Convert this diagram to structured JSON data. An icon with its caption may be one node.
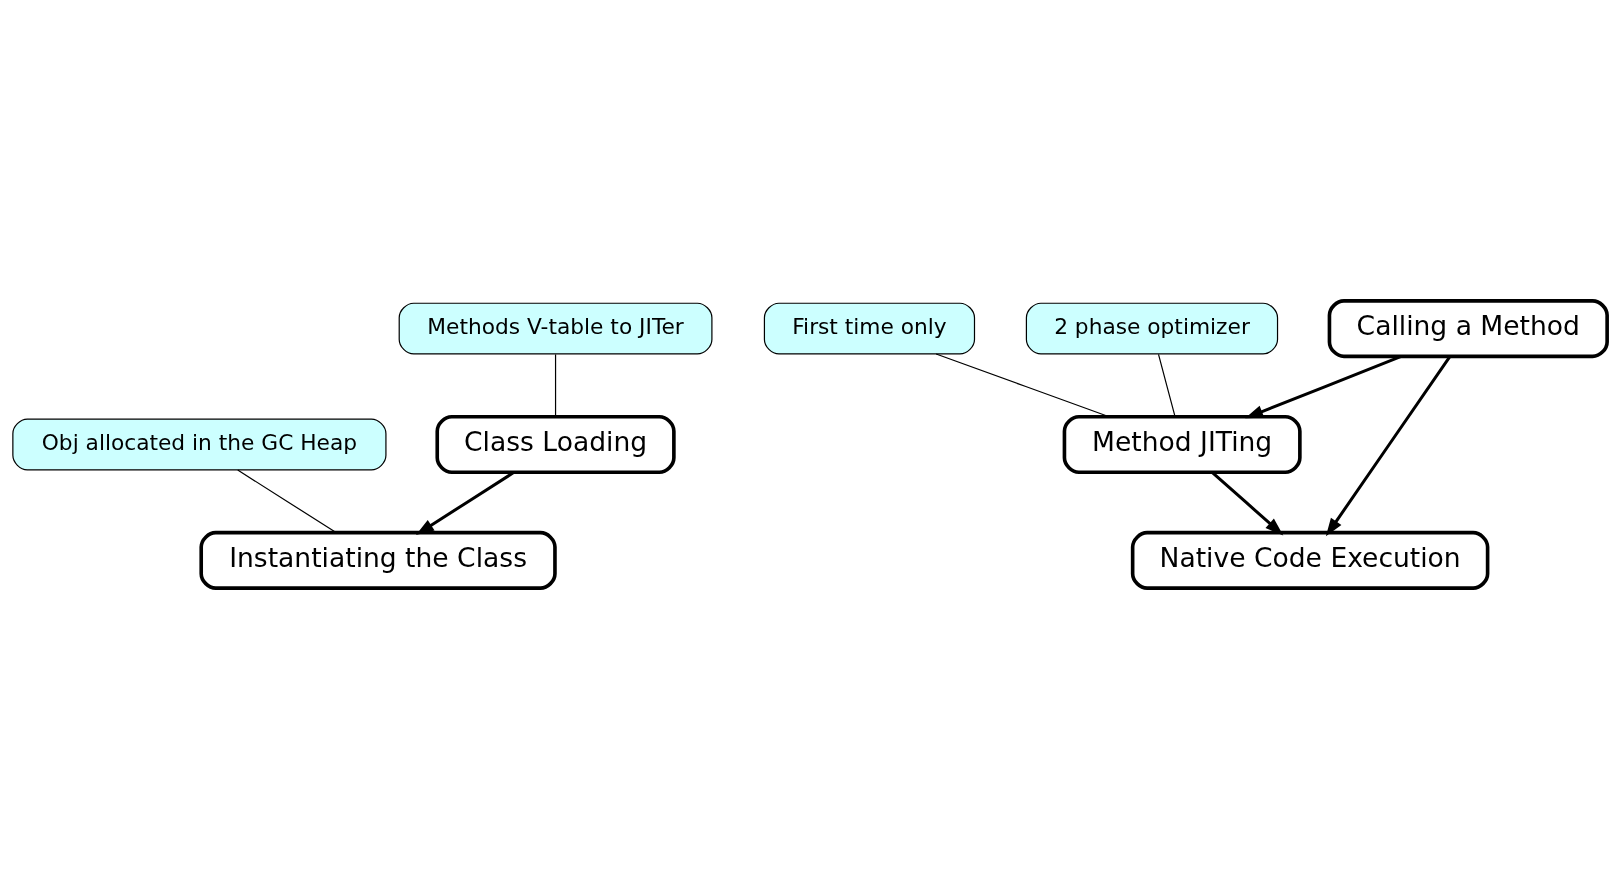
{
  "diagram": {
    "nodes": [
      {
        "text": [
          "Class Loading"
        ]
      },
      {
        "text": [
          "Methods V-table to JITer"
        ]
      },
      {
        "text": [
          "Instantiating the Class"
        ]
      },
      {
        "text": [
          "Obj allocated in the GC Heap"
        ]
      },
      {
        "text": [
          "Calling a Method"
        ]
      },
      {
        "text": [
          "First time only"
        ]
      },
      {
        "text": [
          "Method JITing"
        ]
      },
      {
        "text": [
          "2 phase optimizer"
        ]
      },
      {
        "text": [
          "Native Code Execution"
        ]
      }
    ],
    "edges": [
      {
        "from": 0,
        "to": 2,
        "arrow": "to"
      },
      {
        "from": 1,
        "to": 0,
        "arrow": "none"
      },
      {
        "from": 3,
        "to": 2,
        "arrow": "none"
      },
      {
        "from": 4,
        "to": 6,
        "arrow": "to"
      },
      {
        "from": 5,
        "to": 6,
        "arrow": "none"
      },
      {
        "from": 7,
        "to": 6,
        "arrow": "none"
      },
      {
        "from": 6,
        "to": 8,
        "arrow": "to"
      },
      {
        "from": 4,
        "to": 8,
        "arrow": "to"
      }
    ]
  }
}
